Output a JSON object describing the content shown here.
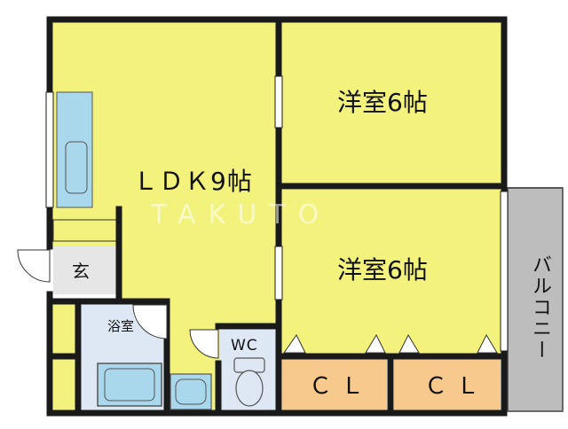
{
  "rooms": {
    "ldk": "ＬＤＫ9帖",
    "western_room_1": "洋室6帖",
    "western_room_2": "洋室6帖",
    "entrance": "玄",
    "bathroom": "浴室",
    "toilet": "WC",
    "closet_1": "ＣＬ",
    "closet_2": "ＣＬ",
    "balcony": "バルコニー"
  },
  "watermark": "TAKUTO",
  "colors": {
    "room_fill": "#f2f27c",
    "closet_fill": "#f7c98d",
    "wet_area_fill": "#dde8f4",
    "fixture_fill": "#a9d8ec",
    "corridor_fill": "#e6e6e6",
    "balcony_fill": "#bdbdbd",
    "wall": "#1a1a1a"
  }
}
